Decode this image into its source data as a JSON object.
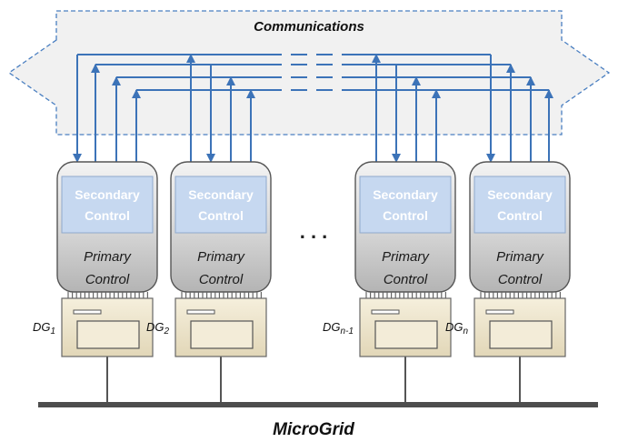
{
  "diagram": {
    "communications_label": "Communications",
    "bus_label": "MicroGrid",
    "ellipsis": ". . .",
    "units": [
      {
        "secondary_line1": "Secondary",
        "secondary_line2": "Control",
        "primary_line1": "Primary",
        "primary_line2": "Control",
        "dg_base": "DG",
        "dg_sub": "1"
      },
      {
        "secondary_line1": "Secondary",
        "secondary_line2": "Control",
        "primary_line1": "Primary",
        "primary_line2": "Control",
        "dg_base": "DG",
        "dg_sub": "2"
      },
      {
        "secondary_line1": "Secondary",
        "secondary_line2": "Control",
        "primary_line1": "Primary",
        "primary_line2": "Control",
        "dg_base": "DG",
        "dg_sub": "n-1"
      },
      {
        "secondary_line1": "Secondary",
        "secondary_line2": "Control",
        "primary_line1": "Primary",
        "primary_line2": "Control",
        "dg_base": "DG",
        "dg_sub": "n"
      }
    ],
    "colors": {
      "arrow_blue": "#3c73b8",
      "comm_border": "#4a7fc1",
      "secondary_fill": "#c6d8f0",
      "secondary_text": "#ffffff",
      "primary_text": "#1a1a1a",
      "dg_fill": "#ebe2c8",
      "bus": "#4d4d4d"
    }
  }
}
